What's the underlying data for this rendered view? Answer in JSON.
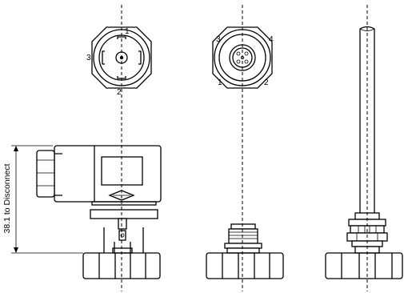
{
  "views": {
    "connector_face_left": {
      "pin_labels": [
        "3",
        "1",
        "2"
      ]
    },
    "connector_face_middle": {
      "pin_labels": [
        "3",
        "4",
        "1",
        "2"
      ]
    }
  },
  "dimension": {
    "label": "38.1 to Disconnect"
  }
}
